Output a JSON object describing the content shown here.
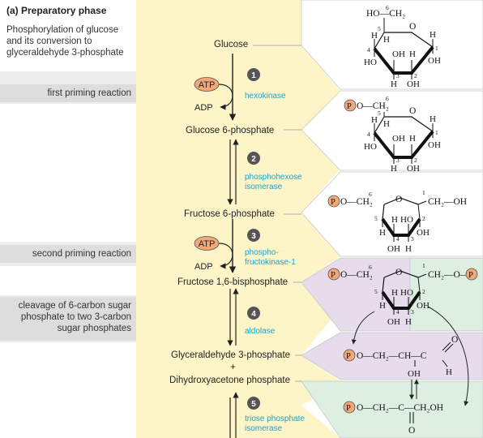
{
  "phase": {
    "title": "(a) Preparatory phase",
    "subtitle": "Phosphorylation of glucose and its conversion to glyceraldehyde 3-phosphate"
  },
  "side_labels": {
    "first": "first priming reaction",
    "second": "second priming reaction",
    "cleavage": "cleavage of 6-carbon sugar phosphate to two 3-carbon sugar phosphates"
  },
  "metabolites": {
    "glucose": "Glucose",
    "g6p": "Glucose 6-phosphate",
    "f6p": "Fructose 6-phosphate",
    "f16bp": "Fructose 1,6-bisphosphate",
    "gap": "Glyceraldehyde 3-phosphate",
    "plus": "+",
    "dhap": "Dihydroxyacetone phosphate"
  },
  "cofactors": {
    "atp": "ATP",
    "adp": "ADP"
  },
  "steps": [
    {
      "num": "1",
      "enzyme": "hexokinase"
    },
    {
      "num": "2",
      "enzyme": "phosphohexose isomerase"
    },
    {
      "num": "3",
      "enzyme": "phospho-fructokinase-1"
    },
    {
      "num": "4",
      "enzyme": "aldolase"
    },
    {
      "num": "5",
      "enzyme": "triose phosphate isomerase"
    }
  ],
  "structures": {
    "P": "P",
    "O": "O",
    "H": "H",
    "OH": "OH",
    "HO": "HO",
    "C": "C",
    "CH2": "CH₂",
    "HOCH2": "HO—CH₂",
    "POCH2": "O—CH₂",
    "CH2OH": "CH₂—OH",
    "CH2OP": "CH₂—O—",
    "dash": "—",
    "gap_chain": "O—CH₂—CH—C",
    "dhap_chain": "O—CH₂—C—CH₂OH",
    "n1": "1",
    "n2": "2",
    "n3": "3",
    "n4": "4",
    "n5": "5",
    "n6": "6"
  },
  "colors": {
    "yellow": "#fdf4c8",
    "purple": "#e7dcec",
    "green": "#dcefe1",
    "gray_bar": "#dddddd",
    "atp_fill": "#f2a97a",
    "enzyme": "#1aa3cf",
    "badge": "#555555"
  }
}
